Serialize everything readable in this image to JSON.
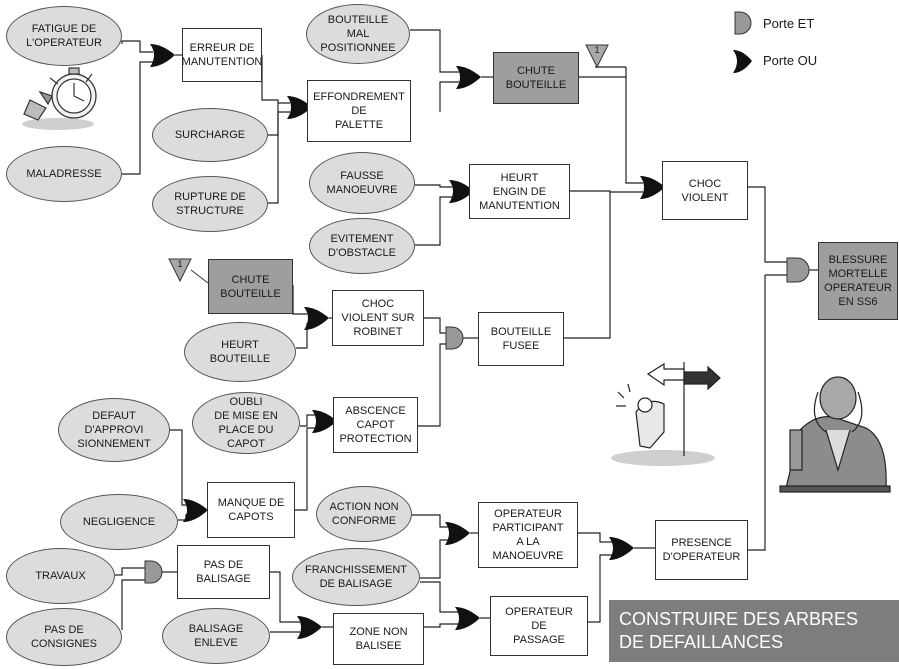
{
  "legend": {
    "and_label": "Porte ET",
    "or_label": "Porte OU"
  },
  "title": "CONSTRUIRE DES ARBRES\nDE DEFAILLANCES",
  "transfer_label": "1",
  "nodes": {
    "fatigue": "FATIGUE DE\nL'OPERATEUR",
    "maladresse": "MALADRESSE",
    "surcharge": "SURCHARGE",
    "rupture": "RUPTURE DE\nSTRUCTURE",
    "erreur": "ERREUR DE\nMANUTENTION",
    "effondrement": "EFFONDREMENT\nDE\nPALETTE",
    "mal_positionnee": "BOUTEILLE\nMAL\nPOSITIONNEE",
    "chute_top": "CHUTE\nBOUTEILLE",
    "fausse": "FAUSSE\nMANOEUVRE",
    "evitement": "EVITEMENT\nD'OBSTACLE",
    "heurt_engin": "HEURT\nENGIN DE\nMANUTENTION",
    "choc_violent": "CHOC\nVIOLENT",
    "blessure": "BLESSURE\nMORTELLE\nOPERATEUR\nEN SS6",
    "chute_mid": "CHUTE\nBOUTEILLE",
    "heurt_bouteille": "HEURT\nBOUTEILLE",
    "choc_robinet": "CHOC\nVIOLENT SUR\nROBINET",
    "bouteille_fusee": "BOUTEILLE\nFUSEE",
    "oubli": "OUBLI\nDE MISE EN\nPLACE DU\nCAPOT",
    "absence_capot": "ABSCENCE\nCAPOT\nPROTECTION",
    "defaut": "DEFAUT\nD'APPROVI\nSIONNEMENT",
    "negligence": "NEGLIGENCE",
    "manque_capots": "MANQUE DE\nCAPOTS",
    "action_non_conforme": "ACTION NON\nCONFORME",
    "franchissement": "FRANCHISSEMENT\nDE BALISAGE",
    "operateur_participant": "OPERATEUR\nPARTICIPANT\nA LA\nMANOEUVRE",
    "presence": "PRESENCE\nD'OPERATEUR",
    "travaux": "TRAVAUX",
    "pas_consignes": "PAS DE\nCONSIGNES",
    "pas_balisage": "PAS DE\nBALISAGE",
    "balisage_enleve": "BALISAGE\nENLEVE",
    "zone_non_balisee": "ZONE NON\nBALISEE",
    "operateur_passage": "OPERATEUR\nDE\nPASSAGE"
  }
}
